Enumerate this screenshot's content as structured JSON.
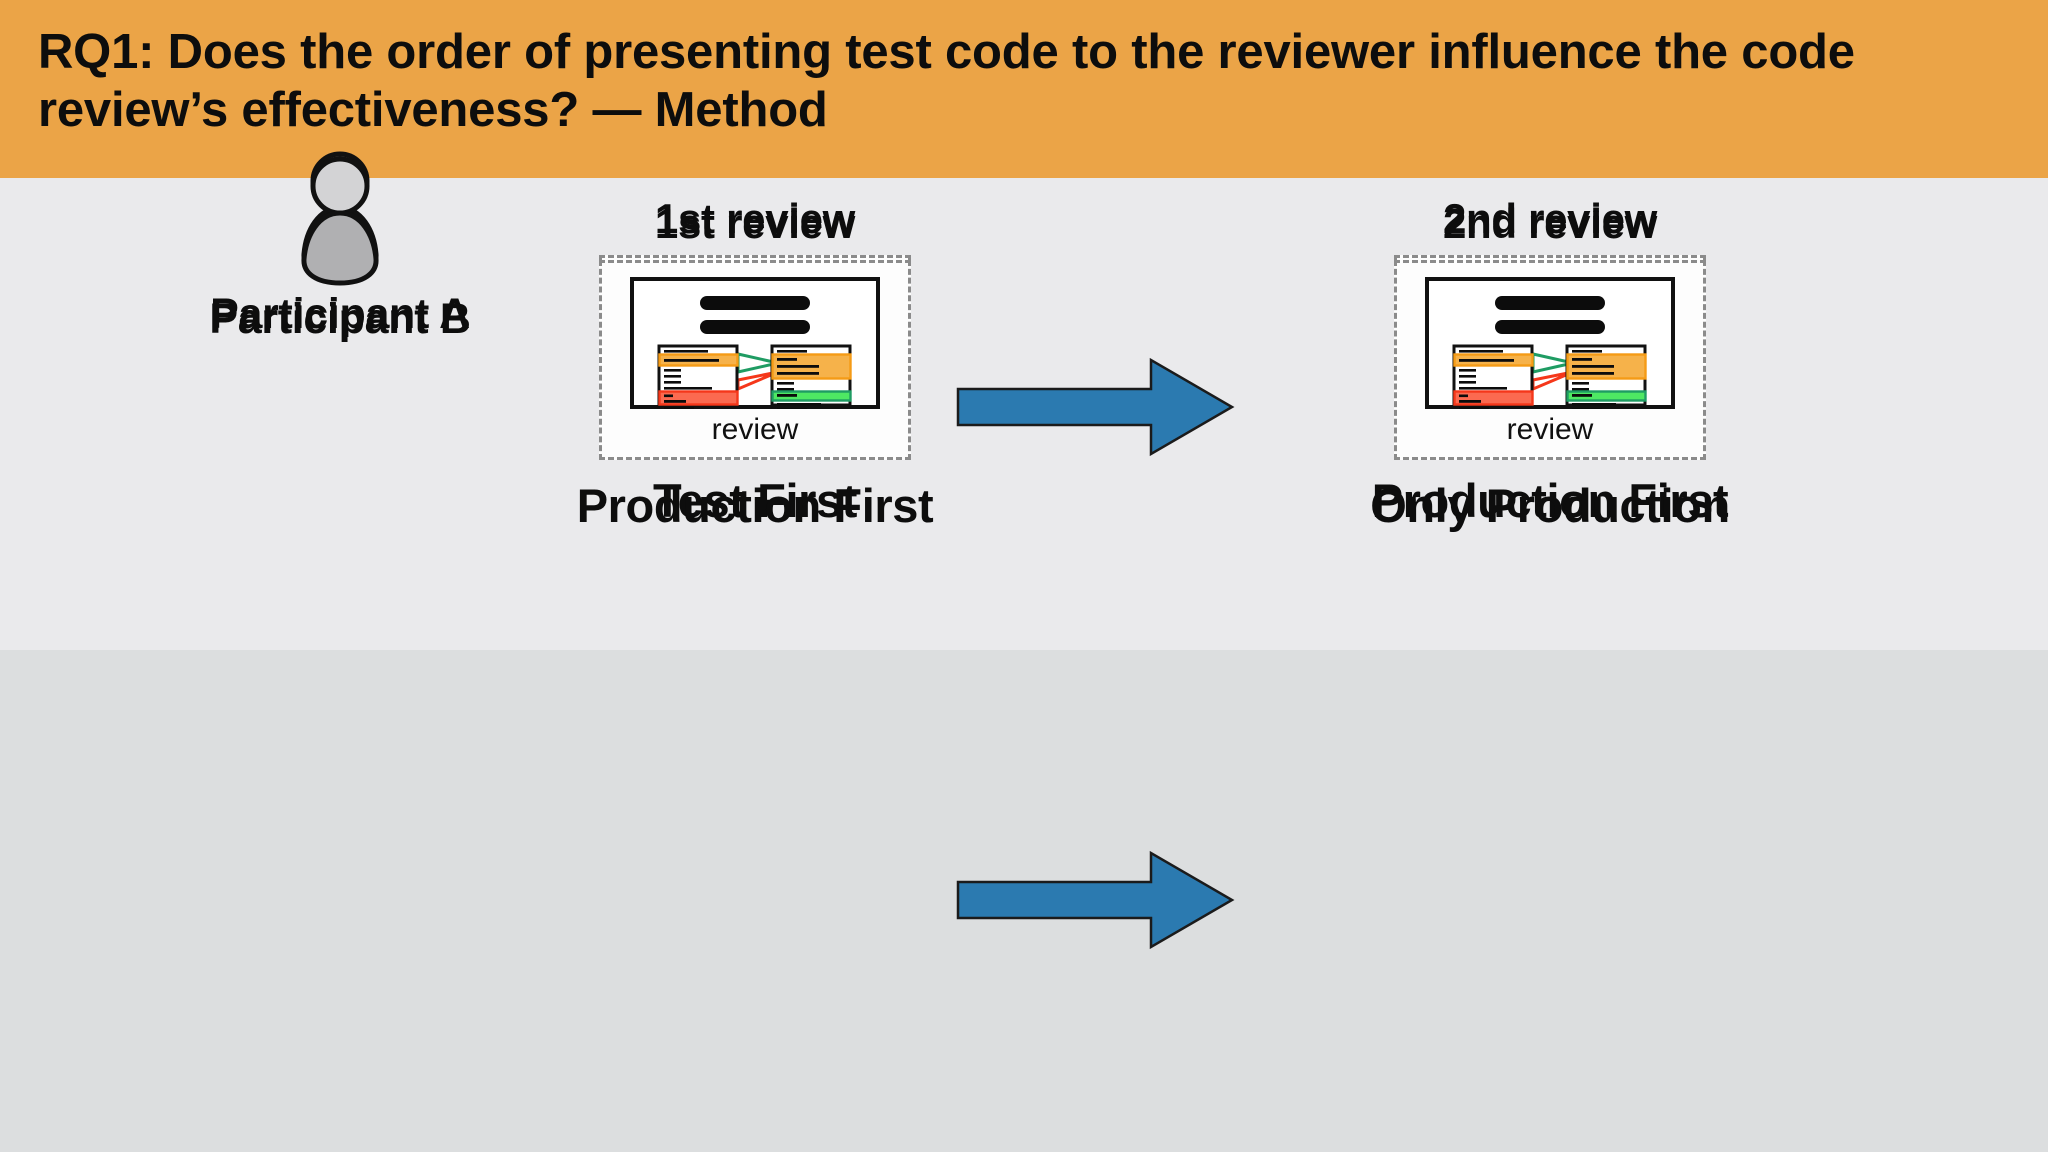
{
  "header": {
    "title": "RQ1: Does the order of presenting test code to the reviewer influence the code review’s effectiveness? — Method",
    "background_color": "#eba447",
    "text_color": "#0d0d0d"
  },
  "colors": {
    "band_a": "#eaeaec",
    "band_b": "#dcdedf",
    "arrow": "#2b7ab0",
    "arrow_outline": "#1b1b1b",
    "diff_orange_fill": "#f6b24a",
    "diff_orange_border": "#f59b16",
    "diff_red_fill": "#fb6a50",
    "diff_red_border": "#f5371a",
    "diff_green_fill": "#4ee863",
    "diff_green_border": "#1f9c63",
    "dashed_border": "#8b8b8b",
    "person_head_fill": "#d3d3d5",
    "person_body_fill": "#b0b0b2",
    "person_outline": "#111111"
  },
  "rows": [
    {
      "participant": {
        "label": "Participant A",
        "icon": "person-icon"
      },
      "stages": [
        {
          "heading": "1st review",
          "caption": "review",
          "footer": "Test First",
          "icon": "code-review-diff-icon"
        },
        {
          "heading": "2nd review",
          "caption": "review",
          "footer": "Production First",
          "icon": "code-review-diff-icon"
        }
      ],
      "arrow": "right-arrow-icon"
    },
    {
      "participant": {
        "label": "Participant B",
        "icon": "person-icon"
      },
      "stages": [
        {
          "heading": "1st review",
          "caption": "review",
          "footer": "Production First",
          "icon": "code-review-diff-icon"
        },
        {
          "heading": "2nd review",
          "caption": "review",
          "footer": "Only Production",
          "icon": "code-review-diff-icon"
        }
      ],
      "arrow": "right-arrow-icon"
    }
  ]
}
